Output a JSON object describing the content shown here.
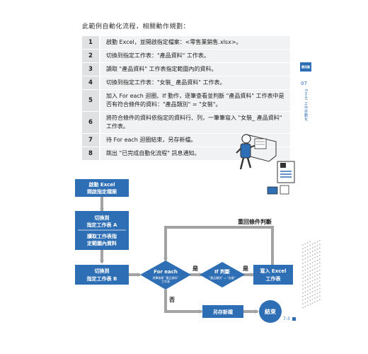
{
  "intro": "此範例自動化流程，相關動作規劃：",
  "steps": [
    {
      "num": "1",
      "text": "啟動 Excel，並開啟指定檔案：<零售業銷售.xlsx>。"
    },
    {
      "num": "2",
      "text": "切換到指定工作表：\"產品資料\" 工作表。"
    },
    {
      "num": "3",
      "text": "讀取 \"產品資料\" 工作表指定範圍內的資料。"
    },
    {
      "num": "4",
      "text": "切換到指定工作表：\"女裝_ 產品資料\" 工作表。"
    },
    {
      "num": "5",
      "text": "加入 For each 迴圈、If 動作，逐筆查看並判斷 \"產品資料\" 工作表中是否有符合條件的資料：\"產品類別\" = \"女裝\"。"
    },
    {
      "num": "6",
      "text": "將符合條件的資料依指定的資料行、列，一筆筆寫入 \"女裝_ 產品資料\" 工作表。"
    },
    {
      "num": "7",
      "text": "待 For each 迴圈結束，另存新檔。"
    },
    {
      "num": "8",
      "text": "跳出 \"已完成自動化流程\" 訊息通知。"
    }
  ],
  "flow": {
    "start_line1": "啟動 Excel",
    "start_line2": "開啟指定檔案",
    "switch_a_line1": "切換到",
    "switch_a_line2": "指定工作表 A",
    "read_line1": "讀取工作表指",
    "read_line2": "定範圍內資料",
    "switch_b_line1": "切換到",
    "switch_b_line2": "指定工作表 B",
    "foreach_title": "For each",
    "foreach_sub1": "逐筆查看 \"產品資料\"",
    "foreach_sub2": "工作表",
    "if_title": "If 判斷",
    "if_sub": "\"產品類別\" = \"女裝\"",
    "write_line1": "寫入 Excel",
    "write_line2": "工作表",
    "yes1": "是",
    "yes2": "是",
    "no": "否",
    "loop_label": "重回條件判斷",
    "saveas": "另存新檔",
    "end": "結束",
    "colors": {
      "box": "#2e6eb4",
      "arrow": "#a3a3a3"
    }
  },
  "sidebar": {
    "tab": "應用篇",
    "chapter": "07",
    "title": "Excel 工作自動化"
  },
  "page_number": "7-3"
}
